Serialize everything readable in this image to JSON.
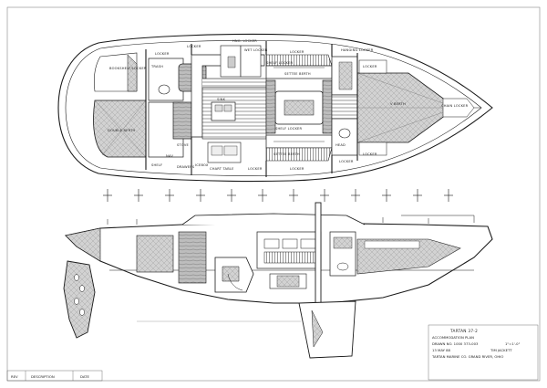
{
  "drawing": {
    "colors": {
      "ink": "#1a1a1a",
      "fill": "#cfcfcf",
      "paper": "#ffffff",
      "wood": "#8a8a8a"
    },
    "plan_labels": {
      "locker_port_aft": "LOCKER",
      "locker_top_mid": "LOCKER",
      "hanging_locker": "HNG. LOCKER",
      "wet_locker": "WET LOCKER",
      "locker_fwd_top": "LOCKER",
      "hanging_locker_fwd": "HANGING LOCKER",
      "bookshelf_locker": "BOOKSHELF/LOCKER",
      "shelf_locker_port": "SHELF LOCKER",
      "settee_berth": "SETTEE BERTH",
      "locker_fwd": "LOCKER",
      "v_berth": "V BERTH",
      "chain_locker": "CHAIN LOCKER",
      "double_berth": "DOUBLE BERTH",
      "trash": "TRASH",
      "shelf_locker_stbd": "SHELF LOCKER",
      "sink": "SINK",
      "stove": "STOVE",
      "icebox": "ICEBOX",
      "nav": "NAV",
      "chart_table": "CHART TABLE",
      "shelf": "SHELF",
      "drawers": "DRAWERS",
      "locker_low": "LOCKER",
      "locker_low_fwd": "LOCKER",
      "settee_low": "SETTEE BERTH",
      "head": "HEAD",
      "locker_bow_low": "LOCKER",
      "locker_bow_low2": "LOCKER"
    },
    "title_block": {
      "line1": "TARTAN 37-2",
      "line2": "ACCOMMODATION PLAN",
      "line3": "DRAWN NO. 1000 373-003",
      "scale": "1\"=1'-0\"",
      "date": "13 MAY 88",
      "drawn_by": "TIM JACKETT",
      "line5": "TARTAN MARINE CO.  GRAND RIVER, OHIO"
    },
    "revision_block": {
      "rev": "REV",
      "description": "DESCRIPTION",
      "date": "DATE"
    }
  }
}
